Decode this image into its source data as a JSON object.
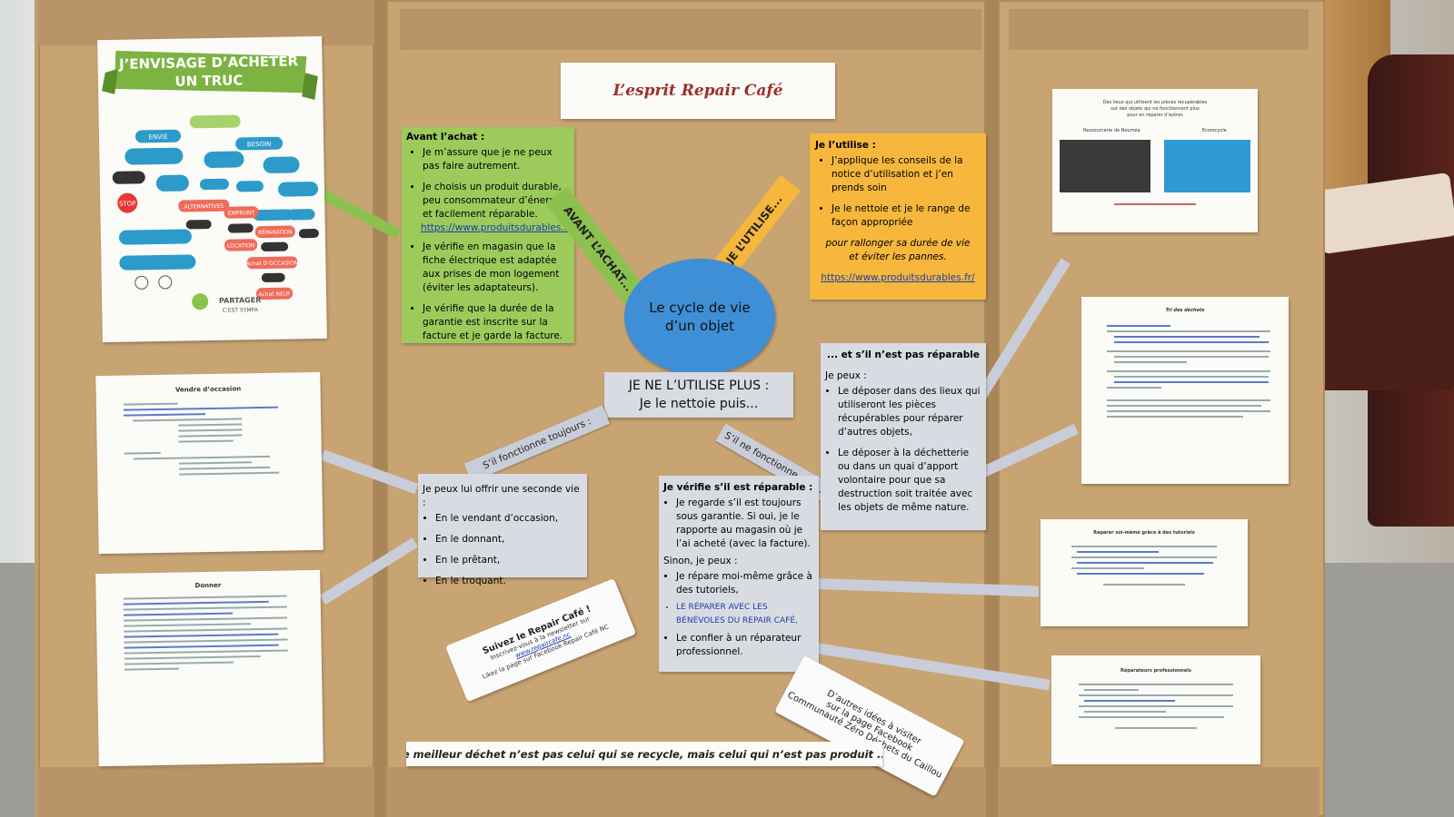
{
  "title_sign": "L’esprit Repair Café",
  "center_circle": [
    "Le cycle de vie",
    "d’un objet"
  ],
  "ribbons": {
    "avant": "AVANT L’ACHAT...",
    "utilise": "JE L’UTILISE...",
    "fonctionne": "S’il fonctionne toujours :",
    "ne_fonctionne": "S’il ne fonctionne plus :"
  },
  "ne_utilise_plus": [
    "JE NE L’UTILISE PLUS :",
    "Je le nettoie puis..."
  ],
  "avant_achat": {
    "heading": "Avant l’achat :",
    "items": [
      "Je m’assure que je ne peux pas faire autrement.",
      "Je choisis un produit durable, peu consommateur d’énergie et facilement réparable.",
      "Je vérifie en magasin que la fiche électrique est adaptée aux prises de mon logement (éviter les adaptateurs).",
      "Je vérifie que la durée de la garantie est inscrite sur la facture et je garde la facture."
    ],
    "link": "https://www.produitsdurables.fr/"
  },
  "utilise": {
    "heading": "Je l’utilise :",
    "items": [
      "J’applique les conseils de la notice d’utilisation et j’en prends soin",
      "Je le nettoie et je le range de façon appropriée"
    ],
    "note": "pour rallonger sa durée de vie et éviter les pannes.",
    "link": "https://www.produitsdurables.fr/"
  },
  "seconde_vie": {
    "heading": "Je peux lui offrir une seconde vie :",
    "items": [
      "En le vendant d’occasion,",
      "En le donnant,",
      "En le prêtant,",
      "En le troquant."
    ]
  },
  "reparable": {
    "heading": "Je vérifie s’il est réparable :",
    "items1": [
      "Je regarde s’il est toujours sous garantie. Si oui, je le rapporte au magasin où je l’ai acheté (avec la facture)."
    ],
    "sinon": "Sinon, je peux :",
    "items2": [
      "Je répare moi-même grâce à des tutoriels,",
      "LE RÉPARER AVEC LES BÉNÉVOLES DU REPAIR CAFÉ,",
      "Le confier à un réparateur professionnel."
    ]
  },
  "pas_reparable": {
    "heading": "... et s’il n’est pas réparable",
    "intro": "Je peux :",
    "items": [
      "Le déposer dans des lieux qui utiliseront les pièces récupérables pour réparer d’autres objets,",
      "Le déposer à la déchetterie ou dans un quai d’apport volontaire pour que sa destruction soit traitée avec les objets de même nature."
    ]
  },
  "scroll_left": [
    "Suivez le Repair Café !",
    "Inscrivez-vous à la newsletter sur",
    "www.repaircafe.nc",
    "Likez la page sur Facebook Repair Café NC"
  ],
  "scroll_right": [
    "D’autres idées à visiter",
    "sur la page Facebook",
    "Communauté Zéro Déchets du Caillou"
  ],
  "bottom_quote": "Le meilleur déchet n’est pas celui qui se recycle,  mais celui qui n’est pas produit ....",
  "poster": {
    "title": [
      "J’ENVISAGE D’ACHETER",
      "UN TRUC"
    ],
    "nodes": [
      "ENVIE",
      "BESOIN",
      "STOP",
      "ALTERNATIVES",
      "EMPRUNT",
      "RÉPARATION",
      "LOCATION",
      "Achat D’OCCASION",
      "Achat NEUF"
    ],
    "footer": [
      "PARTAGER",
      "C’EST SYMPA"
    ]
  },
  "left_papers": {
    "occasion": "Vendre d’occasion",
    "donner": "Donner"
  },
  "right_papers": {
    "lieux": [
      "Des lieux qui utilisent les pièces récupérables",
      "sur des objets qui ne fonctionnent plus",
      "pour en réparer d’autres"
    ],
    "lieux_cols": [
      "Ressourcerie de Nouméa",
      "Ecorecycle"
    ],
    "tri": "Tri des déchets",
    "tutoriels": "Réparer soi-même grâce à des tutoriels",
    "pros": "Réparateurs professionnels"
  },
  "colors": {
    "green": "#9ccb5c",
    "orange": "#f6b73c",
    "blue_circle": "#3f8fd6",
    "grey_box": "#d9dbe3",
    "title_red": "#9b2f2a",
    "link_blue": "#1b3fa8"
  }
}
